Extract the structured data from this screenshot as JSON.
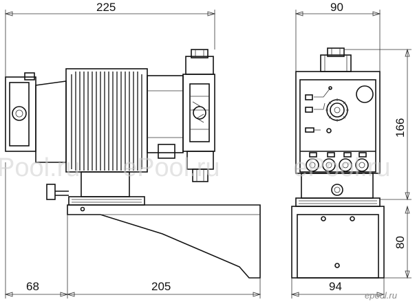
{
  "dimensions": {
    "side_width": "225",
    "front_width": "90",
    "body_height": "166",
    "base_height": "80",
    "base_offset": "68",
    "base_length": "205",
    "base_width": "94"
  },
  "watermarks": {
    "left": "Pool.ru",
    "center": "ePool.ru",
    "right": "ePool.ru"
  },
  "logo": "epool.ru",
  "colors": {
    "line": "#111111",
    "watermark": "#cfcfcf"
  }
}
